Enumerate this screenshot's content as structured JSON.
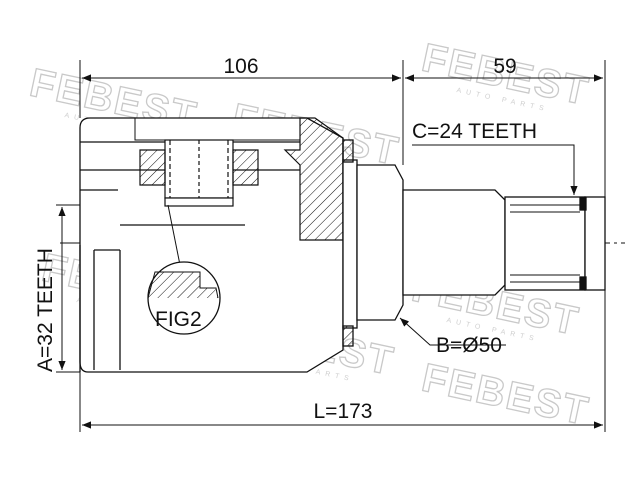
{
  "dimensions": {
    "overall_length": "L=173",
    "housing_length": "106",
    "shaft_length": "59"
  },
  "callouts": {
    "outer_spline": "A=32 TEETH",
    "inner_spline": "C=24 TEETH",
    "seal_diameter": "B=Ø50",
    "detail_ref": "FIG2"
  },
  "watermark": {
    "brand": "FEBEST",
    "sub": "AUTO PARTS"
  },
  "colors": {
    "line": "#111111",
    "watermark": "#c9c9c9"
  }
}
